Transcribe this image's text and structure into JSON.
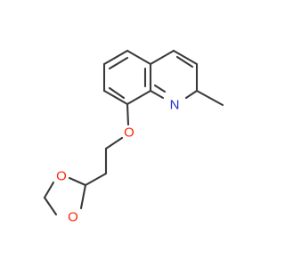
{
  "molecule": {
    "atoms": {
      "oxygen_ether": {
        "symbol": "O",
        "color": "#ff2200"
      },
      "nitrogen": {
        "symbol": "N",
        "color": "#1f2cd6"
      },
      "oxygen_ring_top": {
        "symbol": "O",
        "color": "#ff2200"
      },
      "oxygen_ring_bottom": {
        "symbol": "O",
        "color": "#ff2200"
      }
    },
    "bond_color": "#3a3a3a"
  }
}
